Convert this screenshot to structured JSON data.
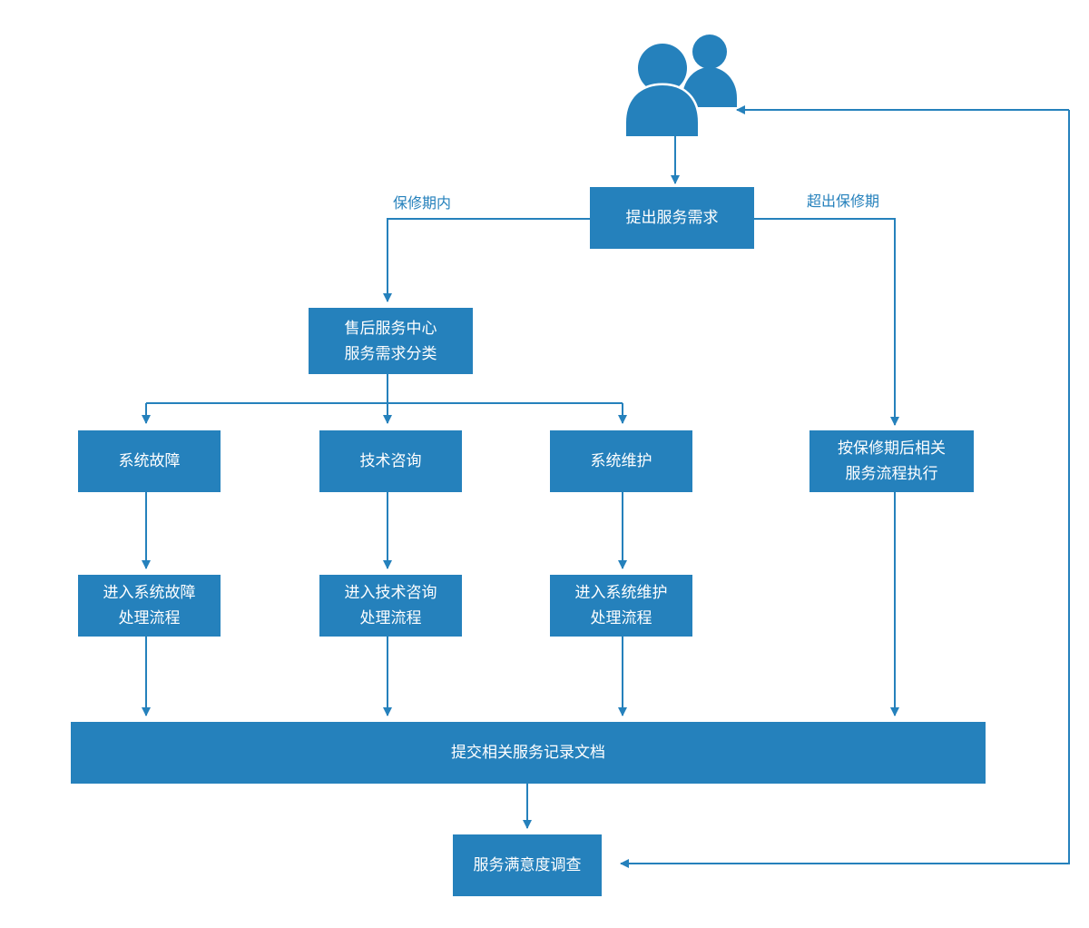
{
  "colors": {
    "primary": "#2581bc",
    "background": "#ffffff"
  },
  "icons": {
    "users": "users-icon"
  },
  "labels": {
    "in_warranty": "保修期内",
    "out_of_warranty": "超出保修期"
  },
  "nodes": {
    "submit_request": {
      "lines": [
        "提出服务需求"
      ]
    },
    "service_center": {
      "lines": [
        "售后服务中心",
        "服务需求分类"
      ]
    },
    "system_fault": {
      "lines": [
        "系统故障"
      ]
    },
    "tech_consult": {
      "lines": [
        "技术咨询"
      ]
    },
    "system_maintenance": {
      "lines": [
        "系统维护"
      ]
    },
    "out_warranty_process": {
      "lines": [
        "按保修期后相关",
        "服务流程执行"
      ]
    },
    "fault_process": {
      "lines": [
        "进入系统故障",
        "处理流程"
      ]
    },
    "consult_process": {
      "lines": [
        "进入技术咨询",
        "处理流程"
      ]
    },
    "maintenance_process": {
      "lines": [
        "进入系统维护",
        "处理流程"
      ]
    },
    "submit_records": {
      "lines": [
        "提交相关服务记录文档"
      ]
    },
    "satisfaction_survey": {
      "lines": [
        "服务满意度调查"
      ]
    }
  }
}
